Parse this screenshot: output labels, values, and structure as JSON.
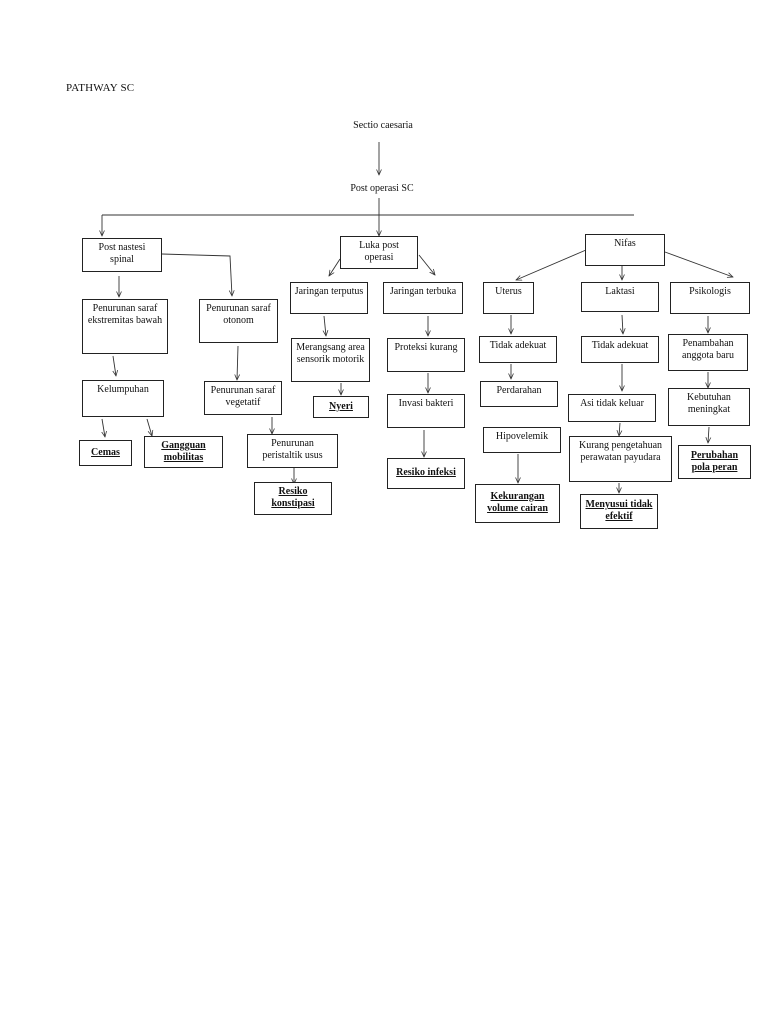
{
  "page": {
    "title": "PATHWAY SC"
  },
  "nodes": {
    "sectio": "Sectio caesaria",
    "post_operasi": "Post operasi SC",
    "post_nastesi": "Post nastesi spinal",
    "luka_post": "Luka post operasi",
    "nifas": "Nifas",
    "penurunan_saraf_ekstremitas": "Penurunan saraf ekstremitas bawah",
    "penurunan_saraf_otonom": "Penurunan saraf otonom",
    "kelumpuhan": "Kelumpuhan",
    "penurunan_saraf_vegetatif": "Penurunan saraf vegetatif",
    "penurunan_peristaltik": "Penurunan peristaltik usus",
    "cemas": "Cemas",
    "gangguan_mobilitas": "Gangguan mobilitas",
    "resiko_konstipasi": "Resiko konstipasi",
    "jaringan_terputus": "Jaringan terputus",
    "jaringan_terbuka": "Jaringan terbuka",
    "merangsang": "Merangsang area sensorik motorik",
    "proteksi_kurang": "Proteksi kurang",
    "nyeri": "Nyeri",
    "invasi_bakteri": "Invasi bakteri",
    "resiko_infeksi": "Resiko infeksi",
    "uterus": "Uterus",
    "laktasi": "Laktasi",
    "psikologis": "Psikologis",
    "tidak_adekuat_1": "Tidak adekuat",
    "tidak_adekuat_2": "Tidak adekuat",
    "penambahan_anggota": "Penambahan anggota baru",
    "perdarahan": "Perdarahan",
    "asi_tidak_keluar": "Asi tidak keluar",
    "kebutuhan_meningkat": "Kebutuhan meningkat",
    "hipovelemik": "Hipovelemik",
    "kurang_pengetahuan": "Kurang pengetahuan perawatan payudara",
    "perubahan_pola_peran": "Perubahan pola peran",
    "kekurangan_volume": "Kekurangan volume cairan",
    "menyusui_tidak_efektif": "Menyusui tidak efektif"
  },
  "colors": {
    "line": "#333333",
    "border": "#222222",
    "background": "#ffffff"
  }
}
